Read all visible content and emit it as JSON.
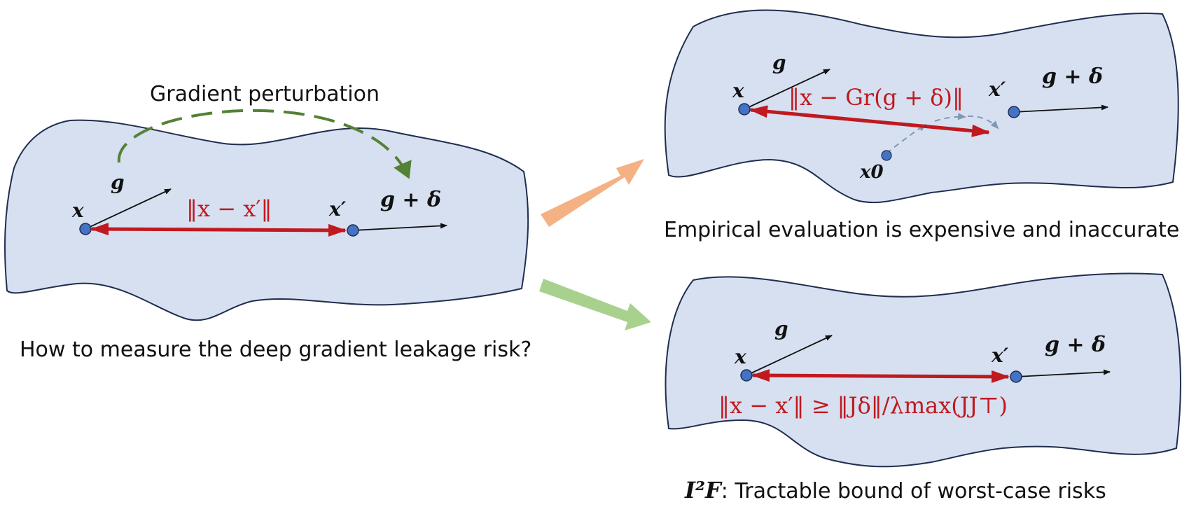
{
  "left": {
    "caption": "How to measure the deep gradient leakage risk?",
    "perturbation_label": "Gradient perturbation",
    "x_label": "x",
    "xp_label": "x′",
    "g_label": "g",
    "gd_label": "g + δ",
    "distance_label": "‖x − x′‖"
  },
  "top_right": {
    "caption": "Empirical evaluation is expensive and inaccurate",
    "x_label": "x",
    "xp_label": "x′",
    "g_label": "g",
    "gd_label": "g + δ",
    "x0_label": "x0",
    "recon_label": "‖x − Gr(g + δ)‖"
  },
  "bottom_right": {
    "caption_bold": "I²F",
    "caption_rest": ": Tractable bound of worst-case risks",
    "x_label": "x",
    "xp_label": "x′",
    "g_label": "g",
    "gd_label": "g + δ",
    "bound_label": "‖x − x′‖ ≥  ‖Jδ‖/λmax(JJ⊤)"
  },
  "colors": {
    "region_fill": "#d6e0f0",
    "region_stroke": "#1f2d4f",
    "point": "#4472c4",
    "distance_arrow": "#c0191f",
    "perturbation_arc": "#548235",
    "arrow_to_empirical": "#f4b183",
    "arrow_to_bound": "#a9d18e",
    "trajectory": "#8497b0"
  }
}
